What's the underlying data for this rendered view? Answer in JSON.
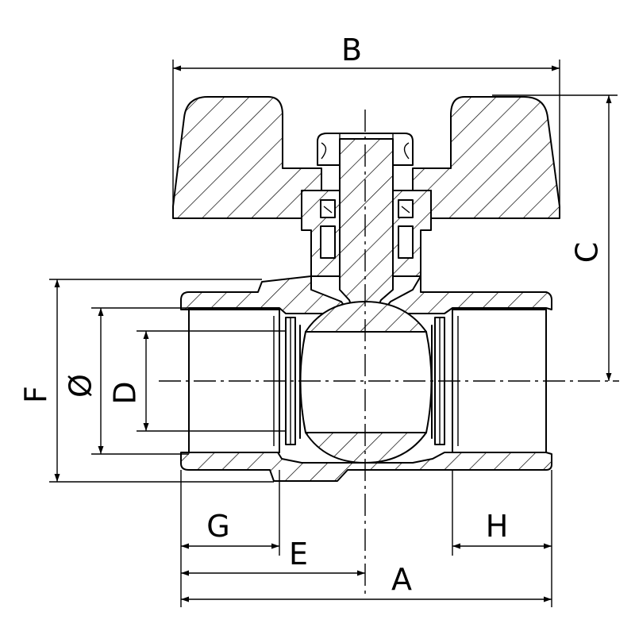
{
  "dimensions": {
    "A": "A",
    "B": "B",
    "C": "C",
    "D": "D",
    "E": "E",
    "F": "F",
    "G": "G",
    "H": "H",
    "diameter": "Ø"
  }
}
